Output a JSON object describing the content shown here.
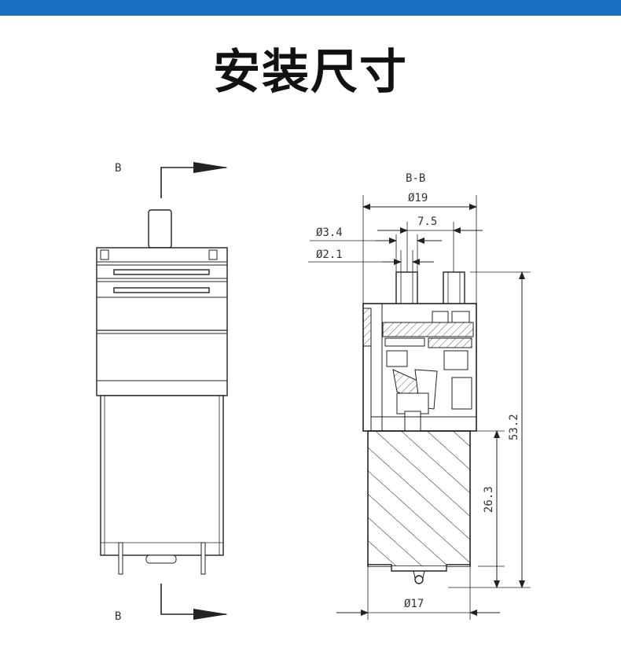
{
  "page": {
    "title": "安装尺寸",
    "accent_color": "#1b6fbf"
  },
  "drawing": {
    "section_marker_top": "B",
    "section_marker_bottom": "B",
    "section_title": "B-B",
    "dim_outer_diameter": "Ø19",
    "dim_port_spacing": "7.5",
    "dim_port_outer": "Ø3.4",
    "dim_port_inner": "Ø2.1",
    "dim_total_height": "53.2",
    "dim_motor_height": "26.3",
    "dim_motor_diameter": "Ø17"
  }
}
